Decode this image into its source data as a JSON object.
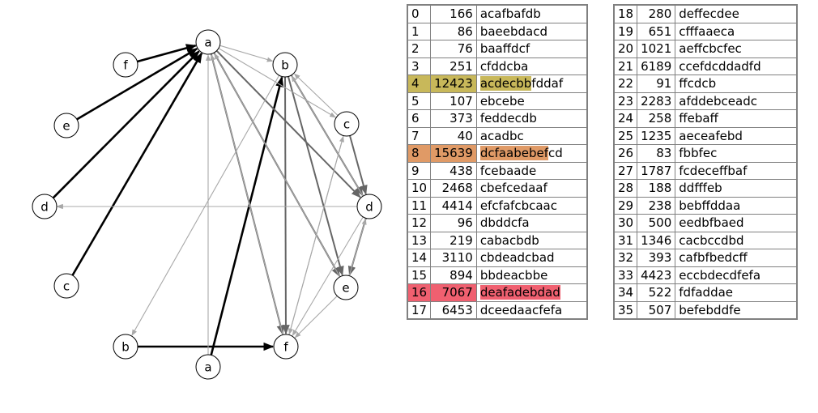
{
  "graph": {
    "nodes": [
      {
        "id": "a1",
        "label": "a"
      },
      {
        "id": "b1",
        "label": "b"
      },
      {
        "id": "c1",
        "label": "c"
      },
      {
        "id": "d1",
        "label": "d"
      },
      {
        "id": "e1",
        "label": "e"
      },
      {
        "id": "f1",
        "label": "f"
      },
      {
        "id": "a2",
        "label": "a"
      },
      {
        "id": "b2",
        "label": "b"
      },
      {
        "id": "c2",
        "label": "c"
      },
      {
        "id": "d2",
        "label": "d"
      },
      {
        "id": "e2",
        "label": "e"
      },
      {
        "id": "f2",
        "label": "f"
      }
    ],
    "edges": [
      {
        "from": "f2",
        "to": "a1",
        "weight": 3
      },
      {
        "from": "e2",
        "to": "a1",
        "weight": 3
      },
      {
        "from": "d2",
        "to": "a1",
        "weight": 3
      },
      {
        "from": "c2",
        "to": "a1",
        "weight": 3
      },
      {
        "from": "b2",
        "to": "f1",
        "weight": 3
      },
      {
        "from": "a2",
        "to": "b1",
        "weight": 3
      },
      {
        "from": "b1",
        "to": "e1",
        "weight": 2
      },
      {
        "from": "b1",
        "to": "d1",
        "weight": 2
      },
      {
        "from": "b1",
        "to": "f1",
        "weight": 2
      },
      {
        "from": "a1",
        "to": "f1",
        "weight": 2
      },
      {
        "from": "a1",
        "to": "e1",
        "weight": 2
      },
      {
        "from": "a1",
        "to": "d1",
        "weight": 2
      },
      {
        "from": "c1",
        "to": "d1",
        "weight": 2
      },
      {
        "from": "d1",
        "to": "e1",
        "weight": 2
      },
      {
        "from": "a1",
        "to": "c1",
        "weight": 1
      },
      {
        "from": "a1",
        "to": "b1",
        "weight": 1
      },
      {
        "from": "c1",
        "to": "b1",
        "weight": 1
      },
      {
        "from": "d1",
        "to": "b1",
        "weight": 1
      },
      {
        "from": "c1",
        "to": "f1",
        "weight": 1
      },
      {
        "from": "d1",
        "to": "f1",
        "weight": 1
      },
      {
        "from": "e1",
        "to": "f1",
        "weight": 1
      },
      {
        "from": "e1",
        "to": "a1",
        "weight": 1
      },
      {
        "from": "f1",
        "to": "a1",
        "weight": 1
      },
      {
        "from": "b1",
        "to": "b2",
        "weight": 1
      },
      {
        "from": "d1",
        "to": "d2",
        "weight": 1
      },
      {
        "from": "a2",
        "to": "a1",
        "weight": 1
      },
      {
        "from": "e1",
        "to": "d1",
        "weight": 1
      },
      {
        "from": "f1",
        "to": "c1",
        "weight": 1
      }
    ]
  },
  "table_left": [
    {
      "index": "0",
      "count": "166",
      "text": "acafbafdb"
    },
    {
      "index": "1",
      "count": "86",
      "text": "baeebdacd"
    },
    {
      "index": "2",
      "count": "76",
      "text": "baaffdcf"
    },
    {
      "index": "3",
      "count": "251",
      "text": "cfddcba"
    },
    {
      "index": "4",
      "count": "12423",
      "text": "acdecbbfddaf",
      "highlight": "#c8b85a",
      "highlight_chars": 7
    },
    {
      "index": "5",
      "count": "107",
      "text": "ebcebe"
    },
    {
      "index": "6",
      "count": "373",
      "text": "feddecdb"
    },
    {
      "index": "7",
      "count": "40",
      "text": "acadbc"
    },
    {
      "index": "8",
      "count": "15639",
      "text": "dcfaabebefcd",
      "highlight": "#e09a66",
      "highlight_chars": 10
    },
    {
      "index": "9",
      "count": "438",
      "text": "fcebaade"
    },
    {
      "index": "10",
      "count": "2468",
      "text": "cbefcedaaf"
    },
    {
      "index": "11",
      "count": "4414",
      "text": "efcfafcbcaac"
    },
    {
      "index": "12",
      "count": "96",
      "text": "dbddcfa"
    },
    {
      "index": "13",
      "count": "219",
      "text": "cabacbdb"
    },
    {
      "index": "14",
      "count": "3110",
      "text": "cbdeadcbad"
    },
    {
      "index": "15",
      "count": "894",
      "text": "bbdeacbbe"
    },
    {
      "index": "16",
      "count": "7067",
      "text": "deafadebdad",
      "highlight": "#f06070",
      "highlight_chars": 11
    },
    {
      "index": "17",
      "count": "6453",
      "text": "dceedaacfefa"
    }
  ],
  "table_right": [
    {
      "index": "18",
      "count": "280",
      "text": "deffecdee"
    },
    {
      "index": "19",
      "count": "651",
      "text": "cfffaaeca"
    },
    {
      "index": "20",
      "count": "1021",
      "text": "aeffcbcfec"
    },
    {
      "index": "21",
      "count": "6189",
      "text": "ccefdcddadfd"
    },
    {
      "index": "22",
      "count": "91",
      "text": "ffcdcb"
    },
    {
      "index": "23",
      "count": "2283",
      "text": "afddebceadc"
    },
    {
      "index": "24",
      "count": "258",
      "text": "ffebaff"
    },
    {
      "index": "25",
      "count": "1235",
      "text": "aeceafebd"
    },
    {
      "index": "26",
      "count": "83",
      "text": "fbbfec"
    },
    {
      "index": "27",
      "count": "1787",
      "text": "fcdeceffbaf"
    },
    {
      "index": "28",
      "count": "188",
      "text": "ddfffeb"
    },
    {
      "index": "29",
      "count": "238",
      "text": "bebffddaa"
    },
    {
      "index": "30",
      "count": "500",
      "text": "eedbfbaed"
    },
    {
      "index": "31",
      "count": "1346",
      "text": "cacbccdbd"
    },
    {
      "index": "32",
      "count": "393",
      "text": "cafbfbedcff"
    },
    {
      "index": "33",
      "count": "4423",
      "text": "eccbdecdfefa"
    },
    {
      "index": "34",
      "count": "522",
      "text": "fdfaddae"
    },
    {
      "index": "35",
      "count": "507",
      "text": "befebddfe"
    }
  ]
}
